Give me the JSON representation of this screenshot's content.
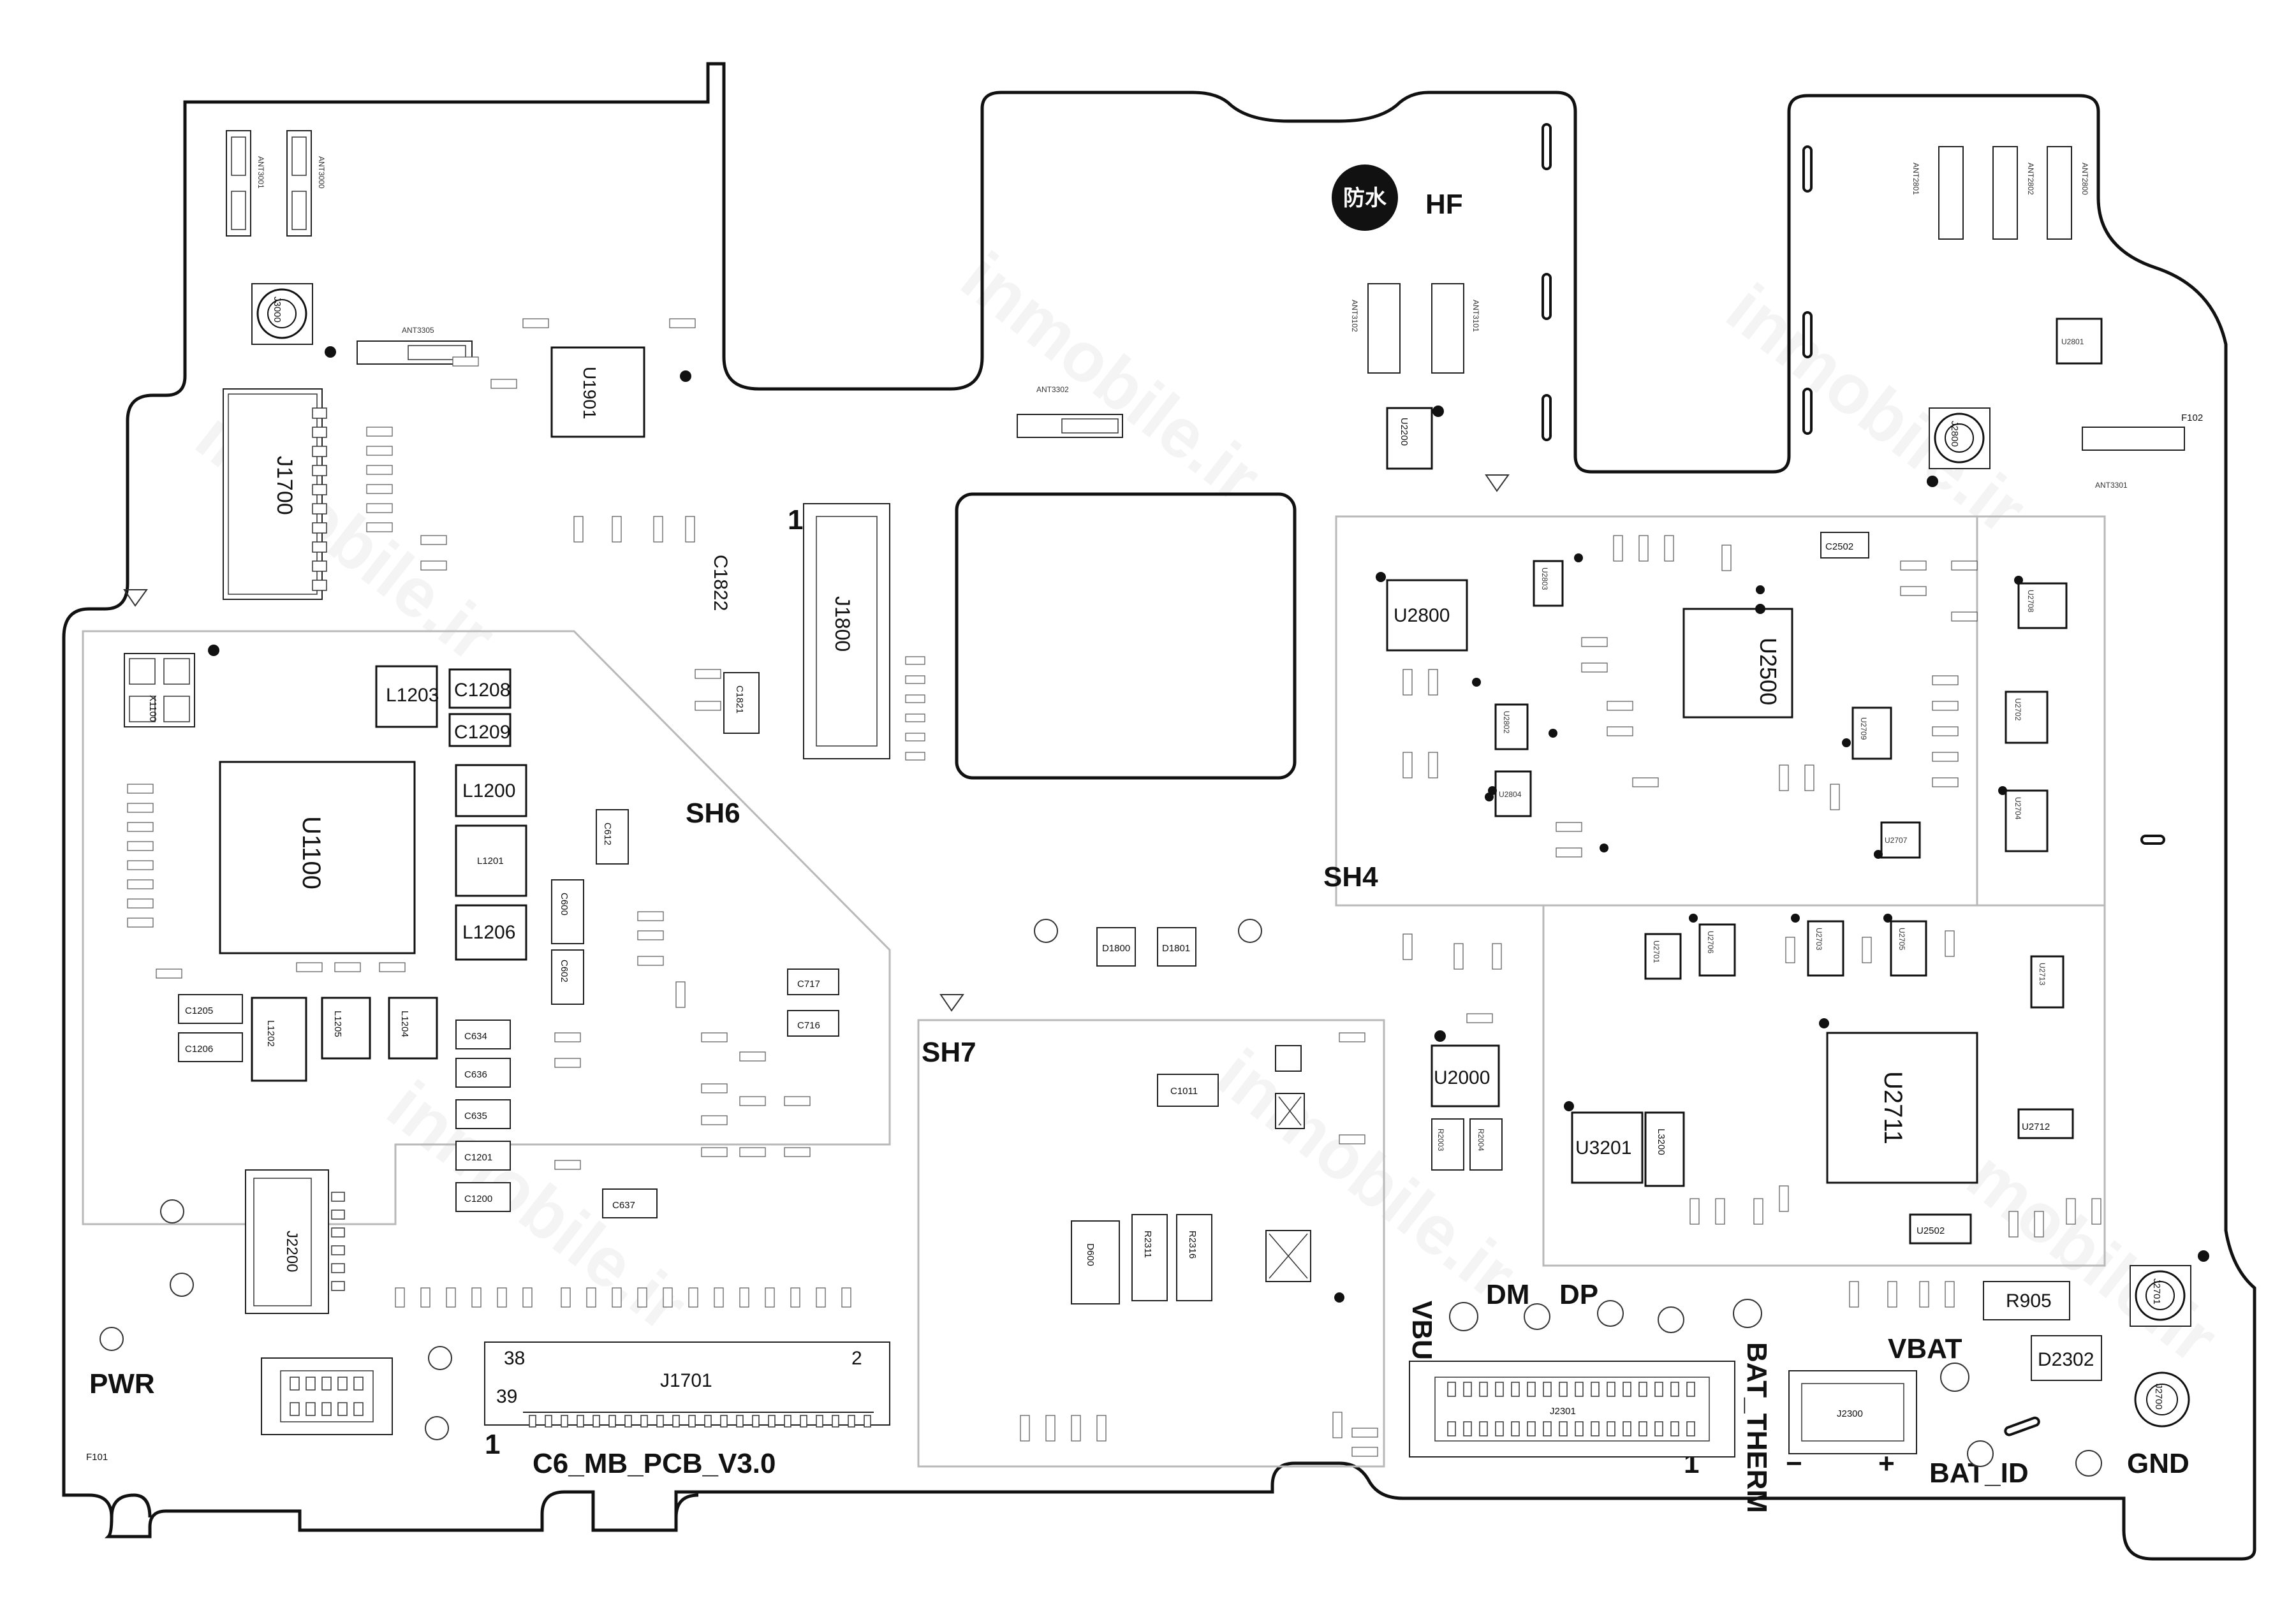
{
  "board": {
    "name": "C6_MB_PCB_V3.0",
    "watermark": "inmobile.ir"
  },
  "shields": {
    "sh4": "SH4",
    "sh6": "SH6",
    "sh7": "SH7",
    "hf": "HF",
    "waterproof": "防水"
  },
  "test_points": {
    "pwr": "PWR",
    "vbus": "VBUS",
    "dm": "DM",
    "dp": "DP",
    "bat_therm": "BAT_THERM",
    "vbat": "VBAT",
    "bat_id": "BAT_ID",
    "gnd": "GND",
    "minus": "−",
    "plus": "+"
  },
  "fiducials": {
    "f101": "F101",
    "f102": "F102"
  },
  "chips": {
    "u1100": "U1100",
    "u2500": "U2500",
    "u2711": "U2711",
    "u2800": "U2800",
    "u2000": "U2000",
    "u3201": "U3201",
    "u1901": "U1901",
    "u2200": "U2200",
    "j1700": "J1700",
    "j1701": "J1701",
    "j2200": "J2200",
    "j1800": "J1800",
    "j2301": "J2301",
    "j2300": "J2300",
    "l1200": "L1200",
    "l1201": "L1201",
    "l1206": "L1206",
    "l1202": "L1202",
    "l1203": "L1203",
    "l1204": "L1204",
    "l1205": "L1205",
    "l3200": "L3200",
    "x1100": "X1100",
    "c1208": "C1208",
    "c1209": "C1209",
    "d1800": "D1800",
    "d1801": "D1801",
    "d600": "D600",
    "d2302": "D2302",
    "r2311": "R2311",
    "r2316": "R2316",
    "r905": "R905",
    "c1011": "C1011",
    "c717": "C717",
    "c716": "C716",
    "c634": "C634",
    "c636": "C636",
    "c635": "C635",
    "c1201": "C1201",
    "c1200": "C1200",
    "c637": "C637",
    "c1205": "C1205",
    "c1206": "C1206",
    "c612": "C612",
    "c600": "C600",
    "c602": "C602",
    "c1822": "C1822",
    "c1821": "C1821",
    "c2502": "C2502",
    "u2502": "U2502",
    "u2712": "U2712",
    "u2701": "U2701",
    "u2703": "U2703",
    "u2705": "U2705",
    "u2706": "U2706",
    "u2709": "U2709",
    "u2707": "U2707",
    "u2708": "U2708",
    "u2702": "U2702",
    "u2704": "U2704",
    "u2713": "U2713",
    "u2801": "U2801",
    "u2802": "U2802",
    "u2804": "U2804",
    "u2803": "U2803",
    "r2003": "R2003",
    "r2004": "R2004"
  },
  "antennas": {
    "ant3001": "ANT3001",
    "ant3000": "ANT3000",
    "ant3305": "ANT3305",
    "ant3302": "ANT3302",
    "ant3102": "ANT3102",
    "ant3101": "ANT3101",
    "ant2801": "ANT2801",
    "ant2802": "ANT2802",
    "ant2800": "ANT2800",
    "ant3301": "ANT3301"
  },
  "connectors": {
    "j1701_pin38": "38",
    "j1701_pin2": "2",
    "j1701_pin39": "39",
    "j1701_pin1": "1",
    "j1800_pin1": "1",
    "j2301_pin1": "1"
  },
  "coaxial": {
    "j3000": "J3000",
    "j2800": "J2800",
    "j2701": "J2701",
    "j2700": "J2700"
  }
}
